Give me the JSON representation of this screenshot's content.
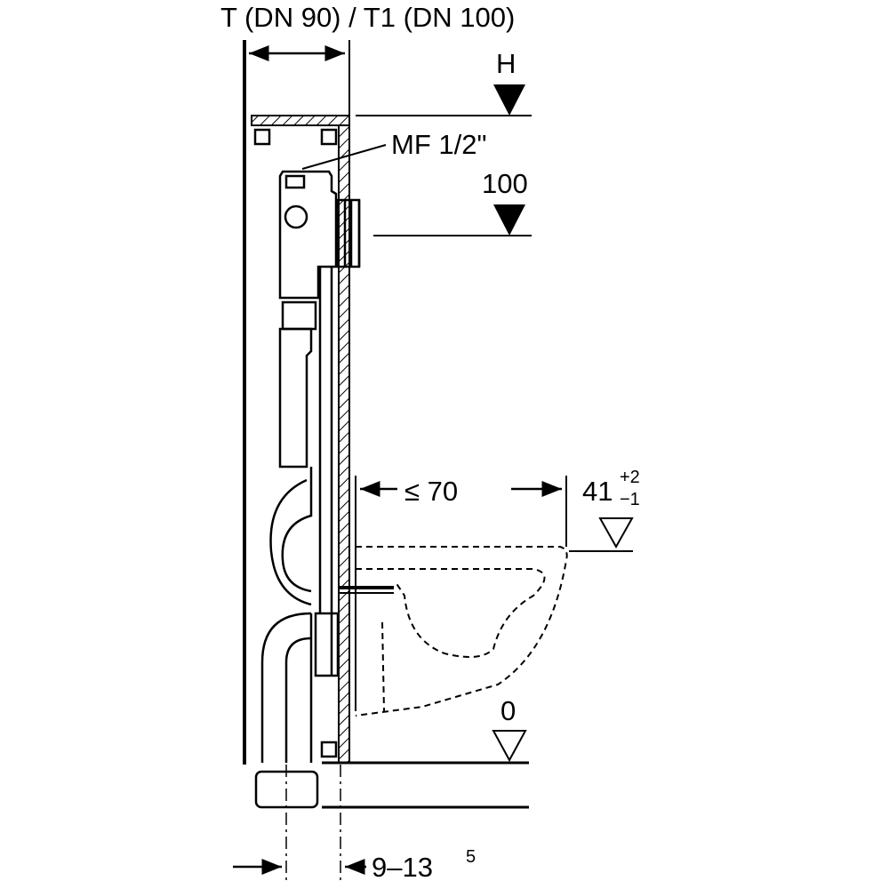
{
  "labels": {
    "width_dim": "T (DN 90) / T1 (DN 100)",
    "height_mark": "H",
    "supply_connection": "MF 1/2\"",
    "supply_height": "100",
    "projection_dim": "≤ 70",
    "seat_height": "41",
    "seat_tol_plus": "+2",
    "seat_tol_minus": "−1",
    "floor_level": "0",
    "offset_dim": "9–13",
    "offset_dim_sup": "5"
  }
}
